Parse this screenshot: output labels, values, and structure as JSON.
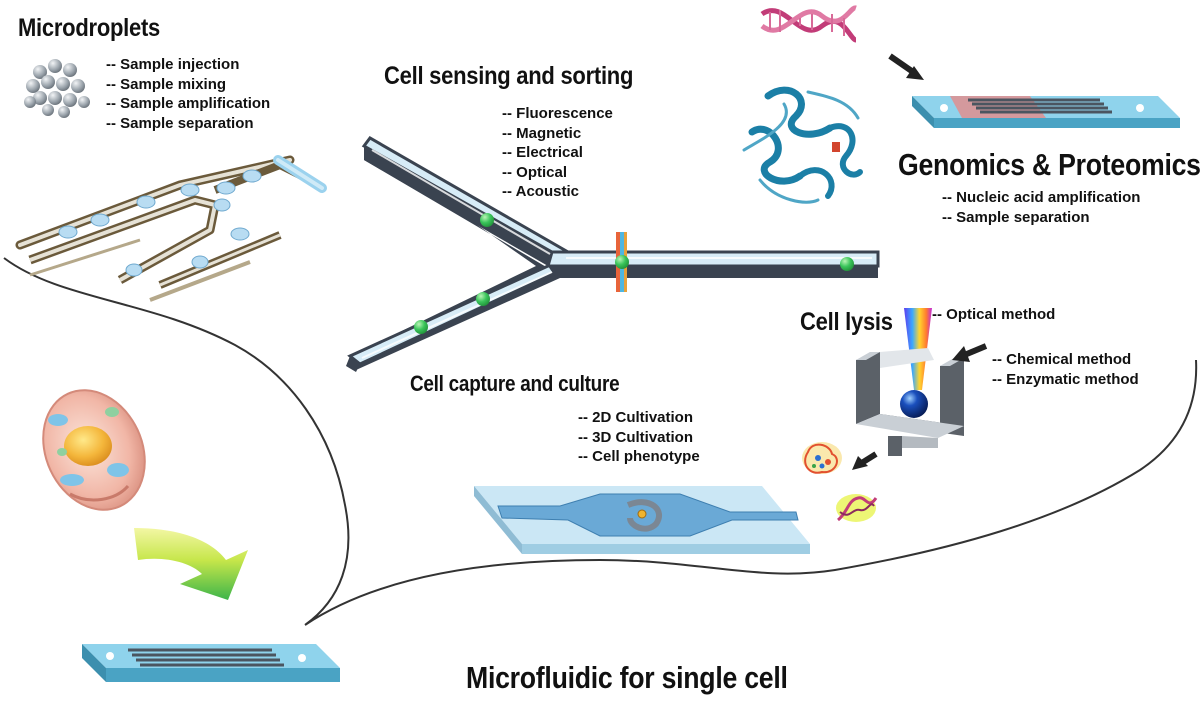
{
  "sections": {
    "microdroplets": {
      "title": "Microdroplets",
      "items": [
        "Sample injection",
        "Sample mixing",
        "Sample amplification",
        "Sample separation"
      ]
    },
    "sensing": {
      "title": "Cell sensing and sorting",
      "items": [
        "Fluorescence",
        "Magnetic",
        "Electrical",
        "Optical",
        "Acoustic"
      ]
    },
    "genomics": {
      "title": "Genomics & Proteomics",
      "items": [
        "Nucleic acid amplification",
        "Sample separation"
      ]
    },
    "lysis": {
      "title": "Cell lysis",
      "items_top": [
        "Optical method"
      ],
      "items_side": [
        "Chemical method",
        "Enzymatic method"
      ]
    },
    "capture": {
      "title": "Cell capture and culture",
      "items": [
        "2D  Cultivation",
        "3D  Cultivation",
        "Cell phenotype"
      ]
    },
    "center": {
      "title": "Microfluidic for single cell"
    }
  },
  "colors": {
    "chip_top": "#8fd3ec",
    "chip_side": "#4aa3c4",
    "channel": "#3a4350",
    "cell_green": "#39c45a",
    "droplet": "#b8dcf2",
    "protein": "#1b7fa6",
    "dna_pink": "#c23c78",
    "arrow_green_start": "#eef36b",
    "arrow_green_end": "#3db54a"
  },
  "icons": [
    "droplet-cluster-icon",
    "dna-helix-icon",
    "protein-structure-icon",
    "cell-icon",
    "chip-icon",
    "arrow-icon",
    "laser-beam-icon",
    "lysed-cell-icon"
  ]
}
